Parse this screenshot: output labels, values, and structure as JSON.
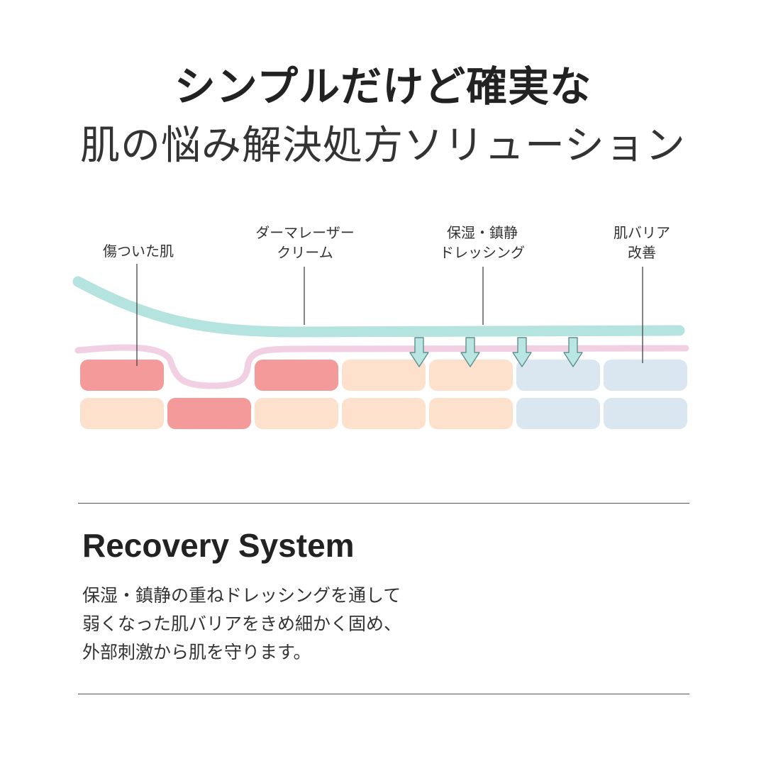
{
  "header": {
    "title": "シンプルだけど確実な",
    "subtitle": "肌の悩み解決処方ソリューション"
  },
  "diagram": {
    "labels": {
      "damaged_skin": [
        "傷ついた肌"
      ],
      "derma_cream": [
        "ダーマレーザー",
        "クリーム"
      ],
      "dressing": [
        "保湿・鎮静",
        "ドレッシング"
      ],
      "barrier": [
        "肌バリア",
        "改善"
      ]
    },
    "colors": {
      "damaged": "#f59a9a",
      "normal": "#fde1cc",
      "repaired": "#dbe7f0",
      "cream_layer": "#b5e3df",
      "barrier_line": "#f2d0e3",
      "arrow_fill": "#b9e6e3",
      "arrow_stroke": "#5f8f8c"
    },
    "rows": [
      [
        "damaged",
        "gap",
        "damaged",
        "normal",
        "normal",
        "repaired",
        "repaired"
      ],
      [
        "normal",
        "damaged",
        "normal",
        "normal",
        "normal",
        "repaired",
        "repaired"
      ]
    ],
    "arrow_count": 4
  },
  "section": {
    "title": "Recovery System",
    "lines": [
      "保湿・鎮静の重ねドレッシングを通して",
      "弱くなった肌バリアをきめ細かく固め、",
      "外部刺激から肌を守ります。"
    ]
  }
}
